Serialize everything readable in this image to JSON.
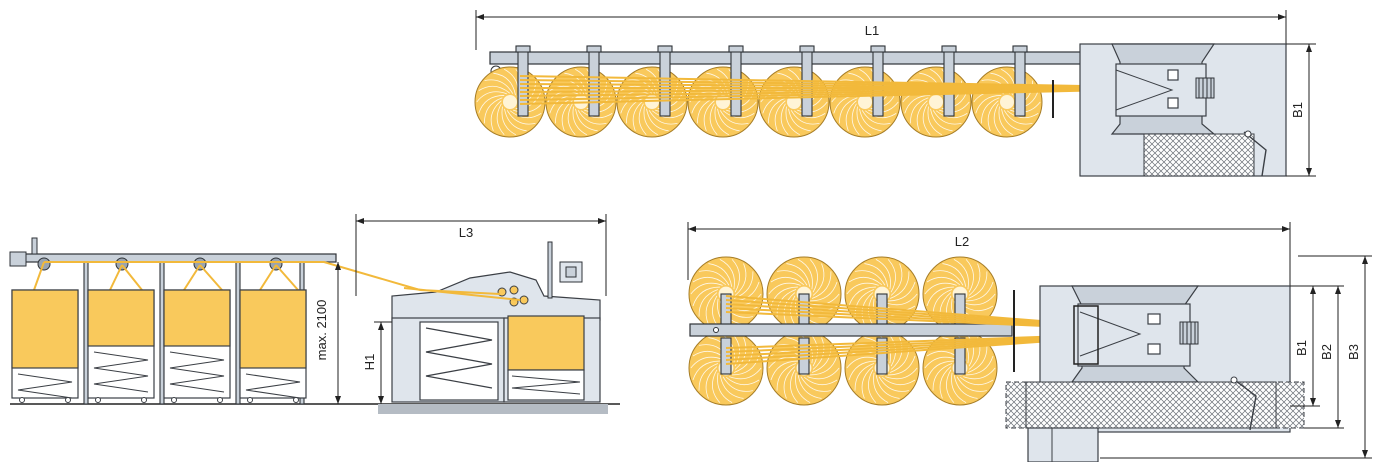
{
  "labels": {
    "l1": "L1",
    "l2": "L2",
    "l3": "L3",
    "b1_top": "B1",
    "b1_bottom": "B1",
    "b2": "B2",
    "b3": "B3",
    "h1": "H1",
    "max_height": "max. 2100"
  },
  "colors": {
    "sliver": "#f9c95c",
    "machine": "#dfe5ec",
    "outline": "#3b3f45"
  }
}
